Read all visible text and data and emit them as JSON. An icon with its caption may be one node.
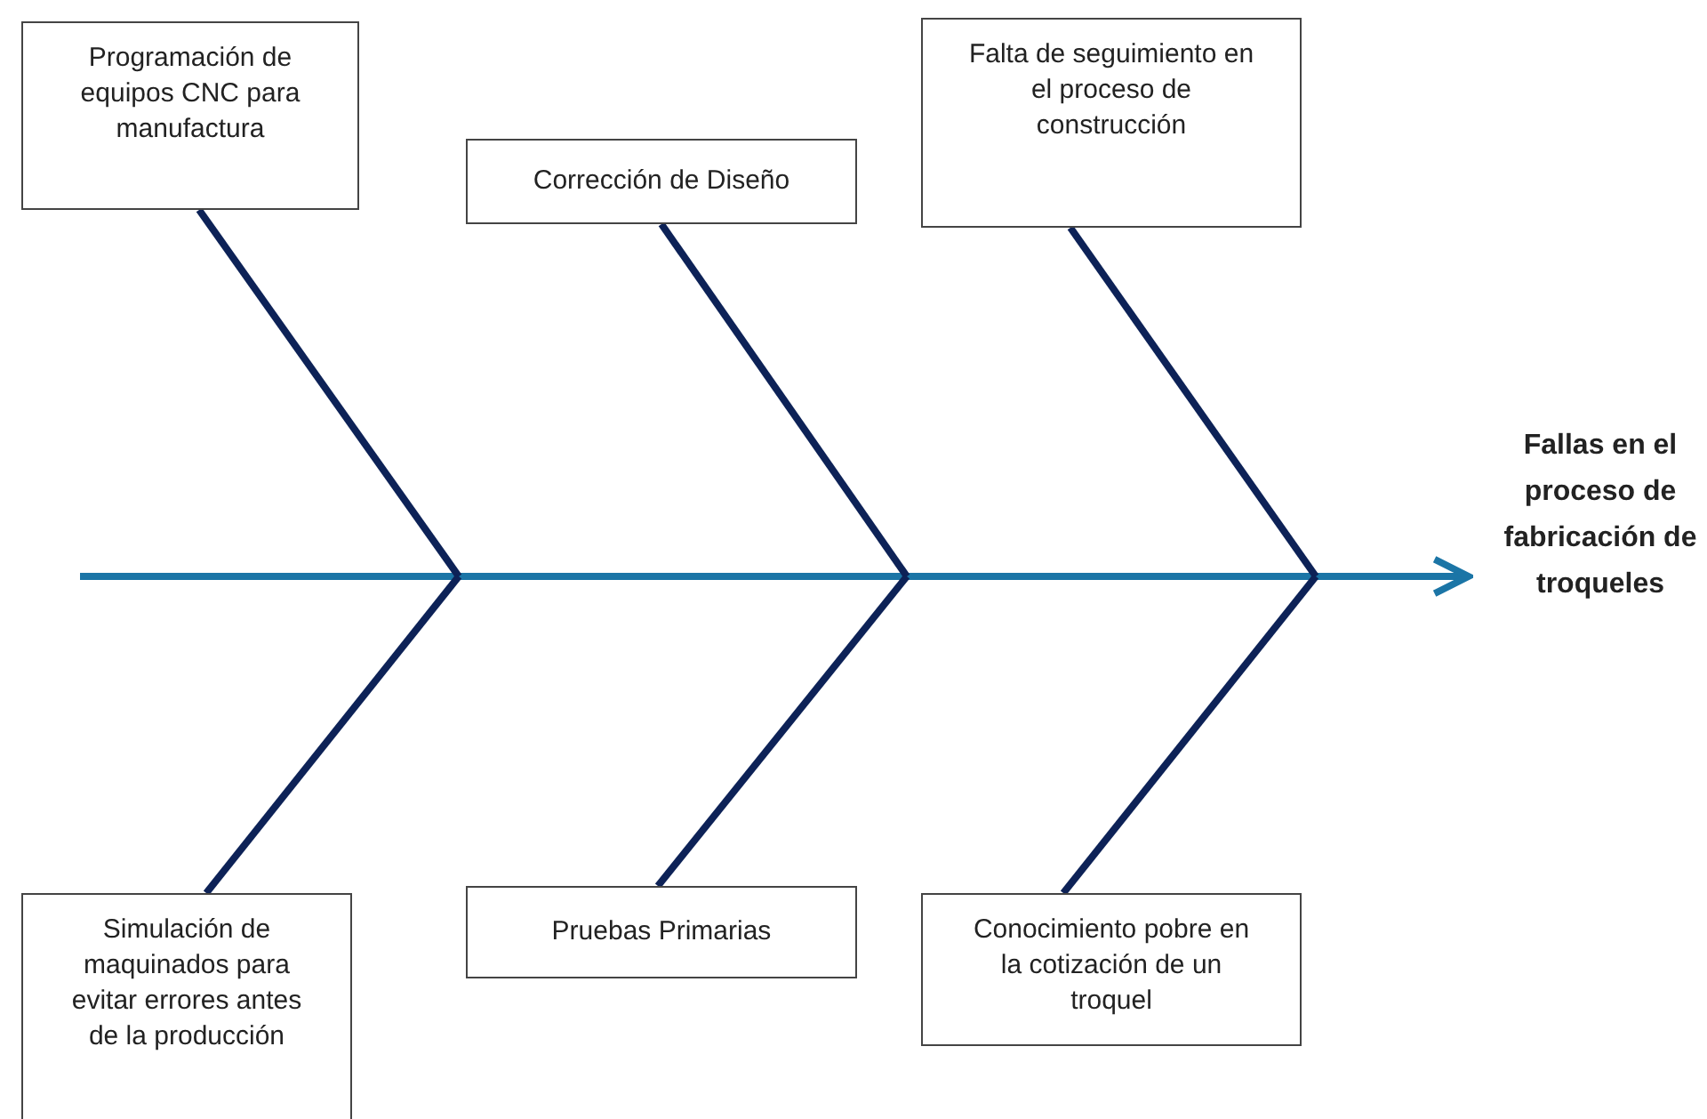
{
  "diagram": {
    "nodes": [
      {
        "text": [
          "Programación de equipos CNC para manufactura"
        ]
      },
      {
        "text": [
          "Corrección de Diseño"
        ]
      },
      {
        "text": [
          "Falta de seguimiento en el proceso de construcción"
        ]
      },
      {
        "text": [
          "Fallas en el proceso de fabricación de troqueles"
        ]
      },
      {
        "text": [
          "Simulación de maquinados para evitar errores antes de la producción"
        ]
      },
      {
        "text": [
          "Pruebas Primarias"
        ]
      },
      {
        "text": [
          "Conocimiento pobre en la cotización de un troquel"
        ]
      }
    ],
    "edges": [
      {
        "from": null,
        "to": 3,
        "arrow": "to",
        "color": "#1b75a6"
      },
      {
        "from": 0,
        "to": 3,
        "arrow": "to"
      },
      {
        "from": 1,
        "to": 3,
        "arrow": "to"
      },
      {
        "from": 2,
        "to": 3,
        "arrow": "to"
      },
      {
        "from": 4,
        "to": 3,
        "arrow": "to"
      },
      {
        "from": 5,
        "to": 3,
        "arrow": "to"
      },
      {
        "from": 6,
        "to": 3,
        "arrow": "to"
      }
    ]
  }
}
